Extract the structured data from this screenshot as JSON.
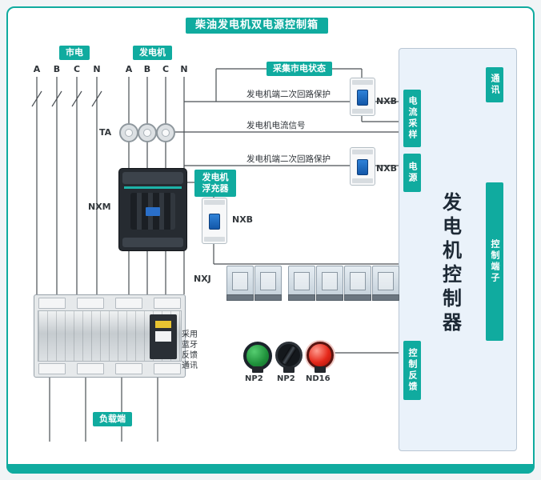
{
  "title": "柴油发电机双电源控制箱",
  "colors": {
    "accent": "#10ab9f",
    "line": "#4a4f54",
    "controller_fill": "#eaf2fa",
    "controller_border": "#b9c6d4"
  },
  "sources": {
    "mains_label": "市电",
    "gen_label": "发电机",
    "mains_phases": [
      "A",
      "B",
      "C",
      "N"
    ],
    "gen_phases": [
      "A",
      "B",
      "C",
      "N"
    ]
  },
  "components": {
    "ta": "TA",
    "nxm": "NXM",
    "nxb": "NXB",
    "nxj": "NXJ",
    "charger": "发电机\n浮充器",
    "np2_1": "NP2",
    "np2_2": "NP2",
    "nd16": "ND16",
    "load": "负载端",
    "ats_note": "采用\n蓝牙\n反馈\n通讯"
  },
  "annotations": {
    "collect_mains": "采集市电状态",
    "gen_protect_1": "发电机端二次回路保护",
    "gen_current": "发电机电流信号",
    "gen_protect_2": "发电机端二次回路保护"
  },
  "controller": {
    "title": "发电机控制器",
    "comm": "通讯",
    "current_sampling": "电流采样",
    "power": "电源",
    "terminals": "控制端子",
    "feedback": "控制反馈"
  }
}
